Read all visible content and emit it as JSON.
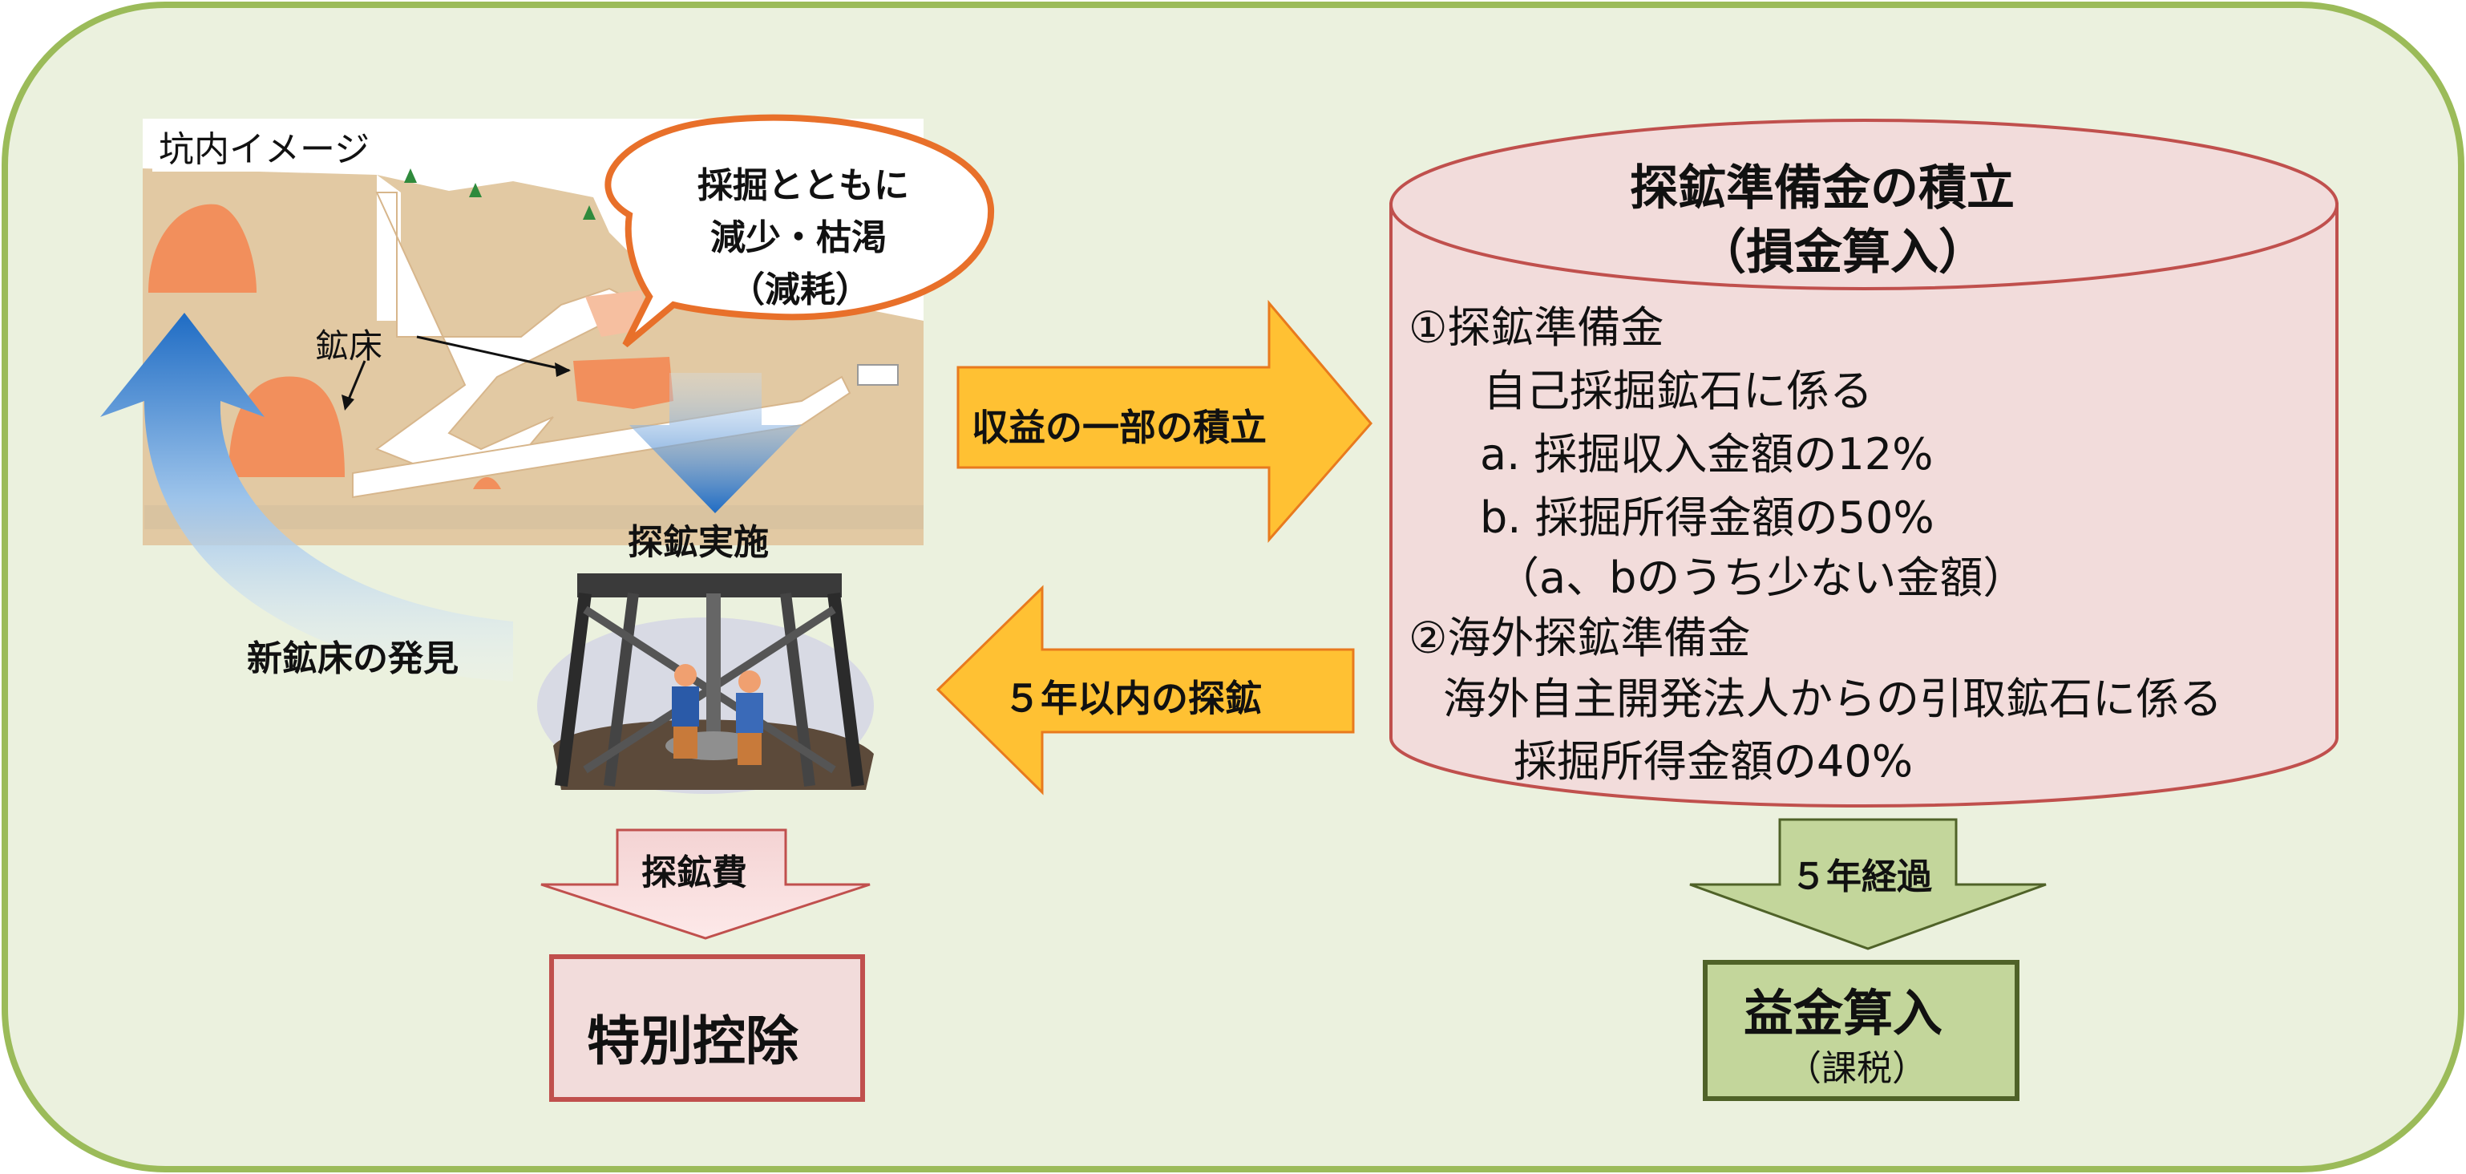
{
  "mine": {
    "image_label": "坑内イメージ",
    "ore_label": "鉱床",
    "bubble_line1": "採掘とともに",
    "bubble_line2": "減少・枯渇",
    "bubble_line3": "（減耗）",
    "exploration_label": "探鉱実施",
    "discovery_label": "新鉱床の発見"
  },
  "left_flow": {
    "cost_label": "探鉱費",
    "deduction_label": "特別控除"
  },
  "middle_arrows": {
    "to_reserve": "収益の一部の積立",
    "from_reserve": "５年以内の探鉱"
  },
  "reserve": {
    "title_line1": "探鉱準備金の積立",
    "title_line2": "（損金算入）",
    "lines": [
      "①探鉱準備金",
      "自己採掘鉱石に係る",
      "a. 採掘収入金額の12%",
      "b. 採掘所得金額の50%",
      "（a、bのうち少ない金額）",
      "②海外探鉱準備金",
      "海外自主開発法人からの引取鉱石に係る",
      "採掘所得金額の40%"
    ]
  },
  "right_flow": {
    "elapsed_label": "５年経過",
    "result_label": "益金算入",
    "result_sub": "（課税）"
  },
  "colors": {
    "background": "#ebf1de",
    "frame": "#9bbb59",
    "arrow_orange": "#ffc133",
    "arrow_border": "#e87a1e",
    "cylinder_fill": "#f2dcdb",
    "cylinder_border": "#c0504d",
    "green_box": "#c3d69b",
    "green_border": "#4f6228",
    "blue_arrow": "#2e75c8"
  }
}
